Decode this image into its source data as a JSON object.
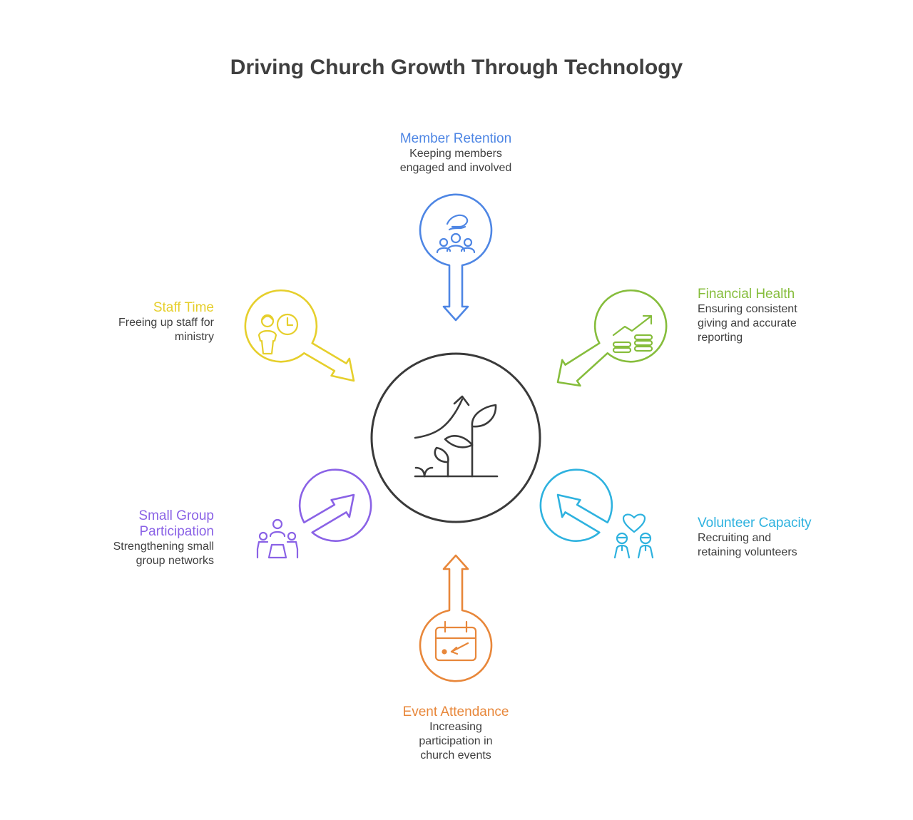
{
  "title": "Driving Church Growth Through Technology",
  "colors": {
    "center": "#3a3a3a",
    "member_retention": "#4e86e4",
    "financial_health": "#86bd3c",
    "volunteer_capacity": "#2eb2df",
    "event_attendance": "#e8873a",
    "small_group": "#8a62e6",
    "staff_time": "#e6cf2c"
  },
  "nodes": {
    "member_retention": {
      "title": "Member Retention",
      "desc": "Keeping members\nengaged and involved",
      "icon": "people-hand-icon"
    },
    "financial_health": {
      "title": "Financial Health",
      "desc": "Ensuring consistent\ngiving and accurate\nreporting",
      "icon": "coins-growth-icon"
    },
    "volunteer_capacity": {
      "title": "Volunteer Capacity",
      "desc": "Recruiting and\nretaining volunteers",
      "icon": "volunteers-heart-icon"
    },
    "event_attendance": {
      "title": "Event Attendance",
      "desc": "Increasing\nparticipation in\nchurch events",
      "icon": "calendar-icon"
    },
    "small_group": {
      "title": "Small Group\nParticipation",
      "desc": "Strengthening small\ngroup networks",
      "icon": "meeting-table-icon"
    },
    "staff_time": {
      "title": "Staff Time",
      "desc": "Freeing up staff for\nministry",
      "icon": "staff-clock-icon"
    }
  },
  "center_icon": "plant-growth-icon"
}
